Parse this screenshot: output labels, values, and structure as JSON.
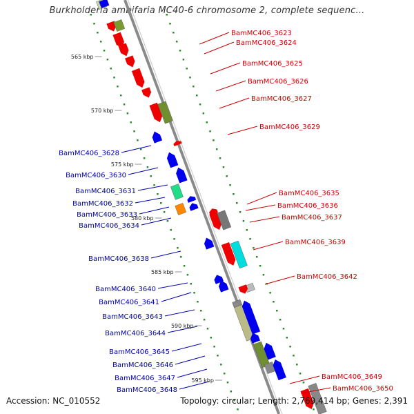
{
  "title": "Burkholderia ambifaria MC40-6 chromosome 2, complete sequenc...",
  "footer": {
    "accession": "Accession: NC_010552",
    "summary": "Topology: circular; Length: 2,769,414 bp; Genes: 2,391"
  },
  "colors": {
    "forward_label": "#cc0000",
    "reverse_label": "#0000aa",
    "backbone": "#8a8a8a",
    "tick_dots": "#2a8a2a"
  },
  "kbp_ticks": [
    "565 kbp",
    "570 kbp",
    "575 kbp",
    "580 kbp",
    "585 kbp",
    "590 kbp",
    "595 kbp"
  ],
  "forward_genes": [
    "BamMC406_3623",
    "BamMC406_3624",
    "BamMC406_3625",
    "BamMC406_3626",
    "BamMC406_3627",
    "BamMC406_3629",
    "BamMC406_3635",
    "BamMC406_3636",
    "BamMC406_3637",
    "BamMC406_3639",
    "BamMC406_3642",
    "BamMC406_3649",
    "BamMC406_3650"
  ],
  "reverse_genes": [
    "BamMC406_3628",
    "BamMC406_3630",
    "BamMC406_3631",
    "BamMC406_3632",
    "BamMC406_3633",
    "BamMC406_3634",
    "BamMC406_3638",
    "BamMC406_3640",
    "BamMC406_3641",
    "BamMC406_3643",
    "BamMC406_3644",
    "BamMC406_3645",
    "BamMC406_3646",
    "BamMC406_3647",
    "BamMC406_3648"
  ]
}
